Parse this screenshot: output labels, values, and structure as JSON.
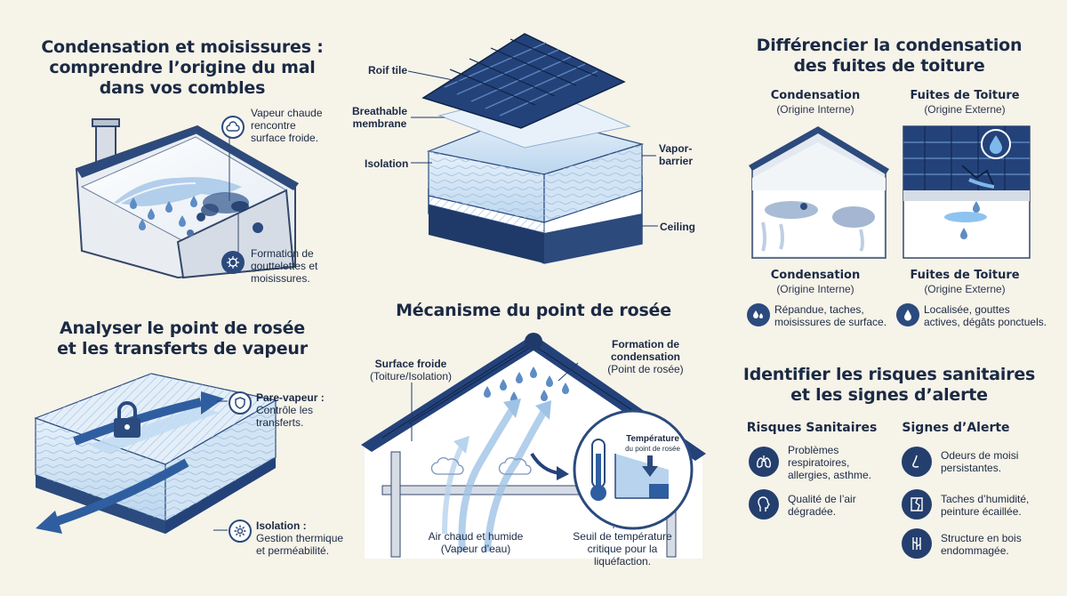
{
  "panel1": {
    "title": [
      "Condensation et moisissures :",
      "comprendre l’origine du mal",
      "dans vos combles"
    ],
    "vapor_label": [
      "Vapeur chaude",
      "rencontre",
      "surface froide."
    ],
    "mold_label": [
      "Formation de",
      "gouttelettes et",
      "moisissures."
    ]
  },
  "panel2": {
    "roof_tile": "Roif tile",
    "membrane": [
      "Breathable",
      "membrane"
    ],
    "isolation": "Isolation",
    "vapor_barrier": [
      "Vapor-",
      "barrier"
    ],
    "ceiling": "Ceiling"
  },
  "panel3": {
    "title": [
      "Différencier la condensation",
      "des fuites de toiture"
    ],
    "top_left_head": "Condensation",
    "top_left_sub": "(Origine Interne)",
    "top_right_head": "Fuites de Toiture",
    "top_right_sub": "(Origine Externe)",
    "bottom_left_head": "Condensation",
    "bottom_left_sub": "(Origine Interne)",
    "bottom_right_head": "Fuites de Toiture",
    "bottom_right_sub": "(Origine Externe)",
    "left_desc": [
      "Répandue, taches,",
      "moisissures de surface."
    ],
    "right_desc": [
      "Localisée, gouttes",
      "actives, dégâts ponctuels."
    ]
  },
  "panel4": {
    "title": [
      "Analyser le point de rosée",
      "et les transferts de vapeur"
    ],
    "pv_head": "Pare-vapeur :",
    "pv_desc": [
      "Contrôle les",
      "transferts."
    ],
    "iso_head": "Isolation :",
    "iso_desc": [
      "Gestion thermique",
      "et perméabilité."
    ]
  },
  "panel5": {
    "title": "Mécanisme du point de rosée",
    "cond_head": "Formation de condensation",
    "cond_sub": "(Point de rosée)",
    "cold_head": "Surface froide",
    "cold_sub": "(Toiture/Isolation)",
    "temp_head": "Température",
    "temp_sub": "du point de rosée",
    "air_label": [
      "Air chaud et humide",
      "(Vapeur d’eau)"
    ],
    "threshold_label": [
      "Seuil de température",
      "critique pour la",
      "liquéfaction."
    ]
  },
  "panel6": {
    "title": [
      "Identifier les risques sanitaires",
      "et les signes d’alerte"
    ],
    "risks_head": "Risques Sanitaires",
    "signs_head": "Signes d’Alerte",
    "risk1": [
      "Problèmes",
      "respiratoires,",
      "allergies, asthme."
    ],
    "risk2": [
      "Qualité de l’air",
      "dégradée."
    ],
    "sign1": [
      "Odeurs de moisi",
      "persistantes."
    ],
    "sign2": [
      "Taches d’humidité,",
      "peinture écaillée."
    ],
    "sign3": [
      "Structure en bois",
      "endommagée."
    ]
  },
  "colors": {
    "navy": "#1f3a68",
    "mid_blue": "#3b6aa8",
    "light_blue": "#b7d3ee",
    "bg": "#f6f3e9"
  },
  "icons": [
    "cloud-icon",
    "mold-icon",
    "shield-icon",
    "gear-icon",
    "water-drop-icon",
    "lungs-icon",
    "head-icon",
    "nose-icon",
    "peeling-wall-icon",
    "wood-icon",
    "thermometer-icon",
    "lock-icon"
  ]
}
